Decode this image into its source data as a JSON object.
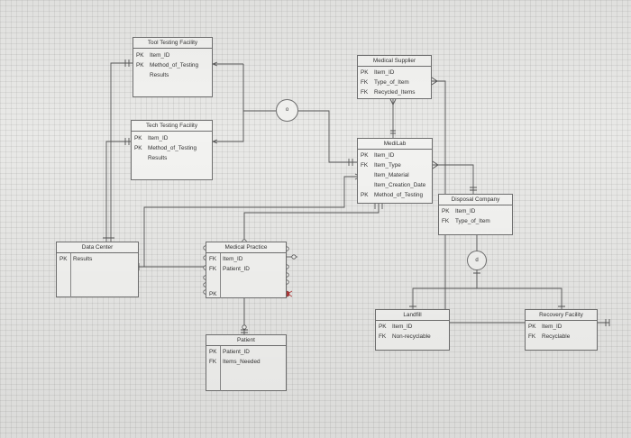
{
  "entities": {
    "tool_testing": {
      "title": "Tool Testing Facility",
      "rows": [
        {
          "key": "PK",
          "attr": "Item_ID"
        },
        {
          "key": "PK",
          "attr": "Method_of_Testing"
        },
        {
          "key": "",
          "attr": "Results"
        }
      ]
    },
    "tech_testing": {
      "title": "Tech Testing Facility",
      "rows": [
        {
          "key": "PK",
          "attr": "Item_ID"
        },
        {
          "key": "PK",
          "attr": "Method_of_Testing"
        },
        {
          "key": "",
          "attr": "Results"
        }
      ]
    },
    "medical_supplier": {
      "title": "Medical Supplier",
      "rows": [
        {
          "key": "PK",
          "attr": "Item_ID"
        },
        {
          "key": "FK",
          "attr": "Type_of_Item"
        },
        {
          "key": "FK",
          "attr": "Recycled_Items"
        }
      ]
    },
    "medilab": {
      "title": "MediLab",
      "rows": [
        {
          "key": "PK",
          "attr": "Item_ID"
        },
        {
          "key": "FK",
          "attr": "Item_Type"
        },
        {
          "key": "",
          "attr": "Item_Material"
        },
        {
          "key": "",
          "attr": "Item_Creation_Date"
        },
        {
          "key": "PK",
          "attr": "Method_of_Testing"
        }
      ]
    },
    "disposal": {
      "title": "Disposal Company",
      "rows": [
        {
          "key": "PK",
          "attr": "Item_ID"
        },
        {
          "key": "FK",
          "attr": "Type_of_Item"
        }
      ]
    },
    "data_center": {
      "title": "Data Center",
      "rows": [
        {
          "key": "PK",
          "attr": "Results"
        }
      ]
    },
    "medical_practice": {
      "title": "Medical Practice",
      "rows": [
        {
          "key": "FK",
          "attr": "Item_ID"
        },
        {
          "key": "FK",
          "attr": "Patient_ID"
        },
        {
          "key": "",
          "attr": ""
        },
        {
          "key": "",
          "attr": ""
        },
        {
          "key": "PK",
          "attr": ""
        }
      ]
    },
    "patient": {
      "title": "Patient",
      "rows": [
        {
          "key": "PK",
          "attr": "Patient_ID"
        },
        {
          "key": "FK",
          "attr": "Items_Needed"
        }
      ]
    },
    "landfill": {
      "title": "Landfill",
      "rows": [
        {
          "key": "PK",
          "attr": "Item_ID"
        },
        {
          "key": "FK",
          "attr": "Non-recyclable"
        }
      ]
    },
    "recovery": {
      "title": "Recovery Facility",
      "rows": [
        {
          "key": "PK",
          "attr": "Item_ID"
        },
        {
          "key": "FK",
          "attr": "Recyclable"
        }
      ]
    }
  },
  "symbols": {
    "overlap": "o",
    "disjoint": "d"
  },
  "colors": {
    "line": "#555555",
    "marker_red": "#b23a3a"
  }
}
